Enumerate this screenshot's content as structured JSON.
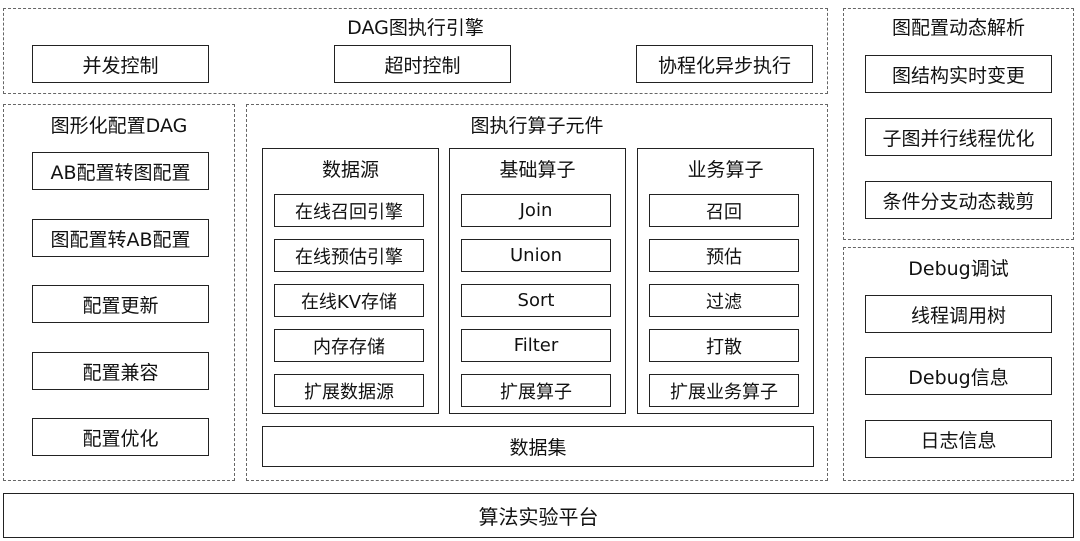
{
  "dag_engine": {
    "title": "DAG图执行引擎",
    "items": [
      "并发控制",
      "超时控制",
      "协程化异步执行"
    ]
  },
  "graph_config_dynamic": {
    "title": "图配置动态解析",
    "items": [
      "图结构实时变更",
      "子图并行线程优化",
      "条件分支动态裁剪"
    ]
  },
  "graphical_dag": {
    "title": "图形化配置DAG",
    "items": [
      "AB配置转图配置",
      "图配置转AB配置",
      "配置更新",
      "配置兼容",
      "配置优化"
    ]
  },
  "operator_components": {
    "title": "图执行算子元件",
    "columns": [
      {
        "title": "数据源",
        "items": [
          "在线召回引擎",
          "在线预估引擎",
          "在线KV存储",
          "内存存储",
          "扩展数据源"
        ]
      },
      {
        "title": "基础算子",
        "items": [
          "Join",
          "Union",
          "Sort",
          "Filter",
          "扩展算子"
        ]
      },
      {
        "title": "业务算子",
        "items": [
          "召回",
          "预估",
          "过滤",
          "打散",
          "扩展业务算子"
        ]
      }
    ],
    "dataset": "数据集"
  },
  "debug": {
    "title": "Debug调试",
    "items": [
      "线程调用树",
      "Debug信息",
      "日志信息"
    ]
  },
  "platform": {
    "label": "算法实验平台"
  }
}
